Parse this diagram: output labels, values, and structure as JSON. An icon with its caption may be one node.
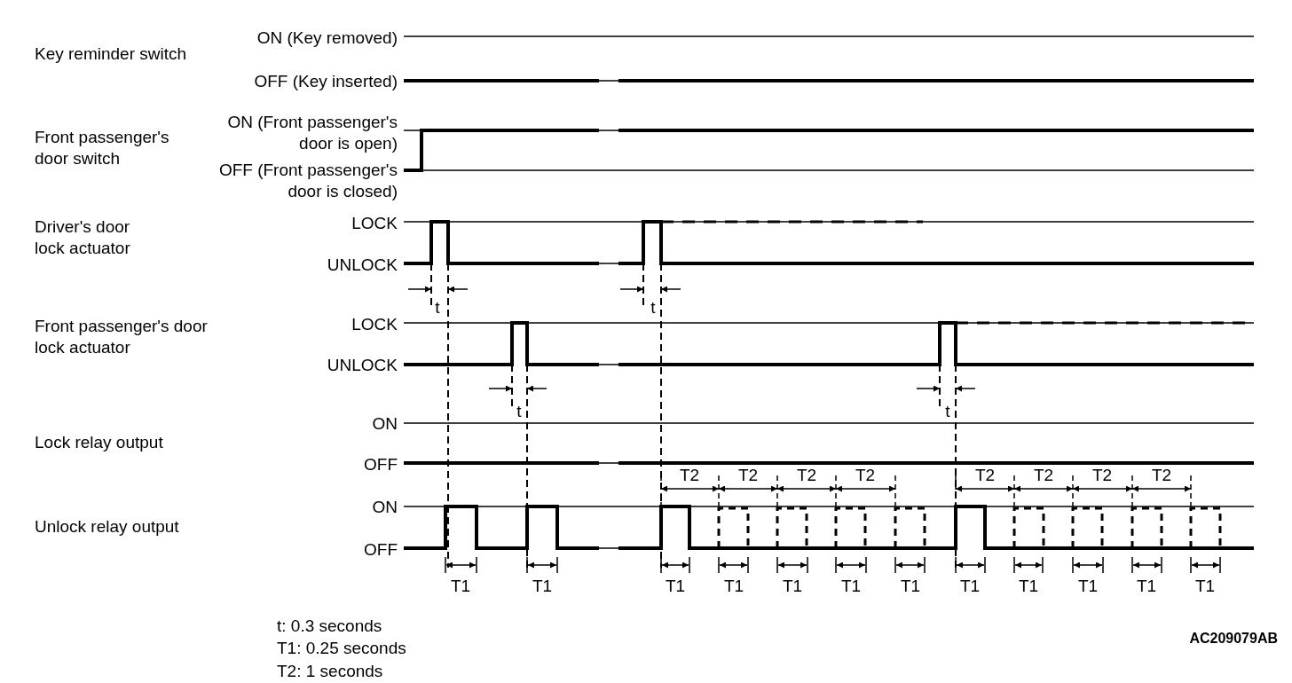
{
  "diagram": {
    "labels": [
      "ON (Key removed)",
      "Key reminder switch",
      "OFF (Key inserted)",
      "Front passenger's door switch",
      "ON (Front passenger's door is open)",
      "OFF (Front passenger's door is closed)",
      "Driver's door lock actuator",
      "LOCK",
      "UNLOCK",
      "t",
      "t",
      "Front passenger's door lock actuator",
      "LOCK",
      "UNLOCK",
      "t",
      "t",
      "ON",
      "Lock relay output",
      "OFF",
      "T2",
      "T2",
      "T2",
      "T2",
      "T2",
      "T2",
      "T2",
      "T2",
      "ON",
      "Unlock relay output",
      "OFF",
      "T1",
      "T1",
      "T1",
      "T1",
      "T1",
      "T1",
      "T1",
      "T1",
      "T1",
      "T1",
      "T1",
      "T1",
      "t: 0.3 seconds",
      "AC209079AB",
      "T1: 0.25 seconds",
      "T2: 1 seconds"
    ]
  }
}
